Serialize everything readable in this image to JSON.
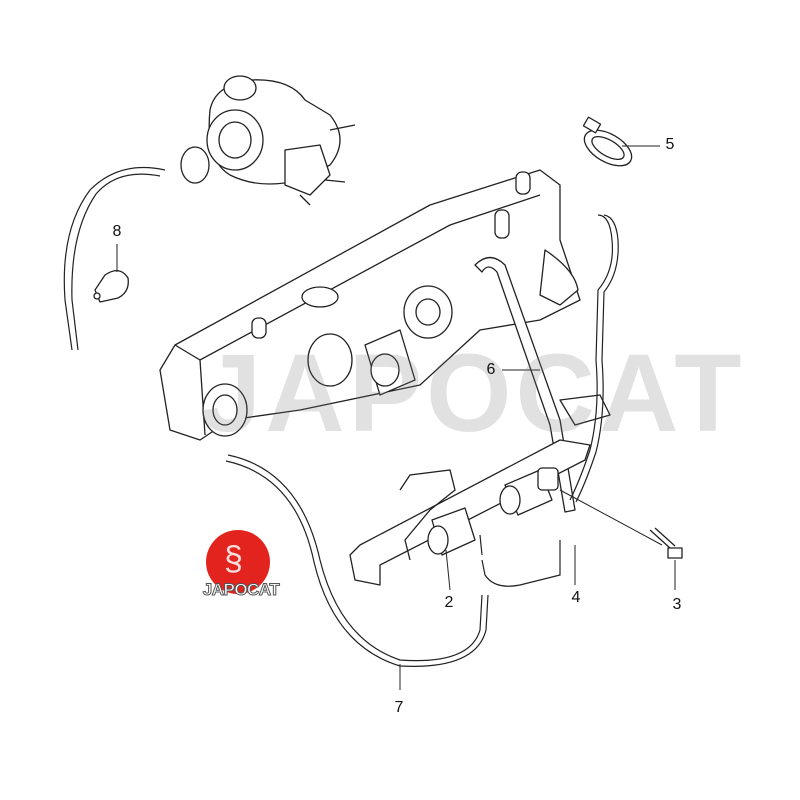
{
  "watermark": "JAPOCAT",
  "logo": {
    "text": "JAPOCAT",
    "color": "#e3241e"
  },
  "callouts": [
    "2",
    "3",
    "4",
    "5",
    "6",
    "7",
    "8"
  ]
}
